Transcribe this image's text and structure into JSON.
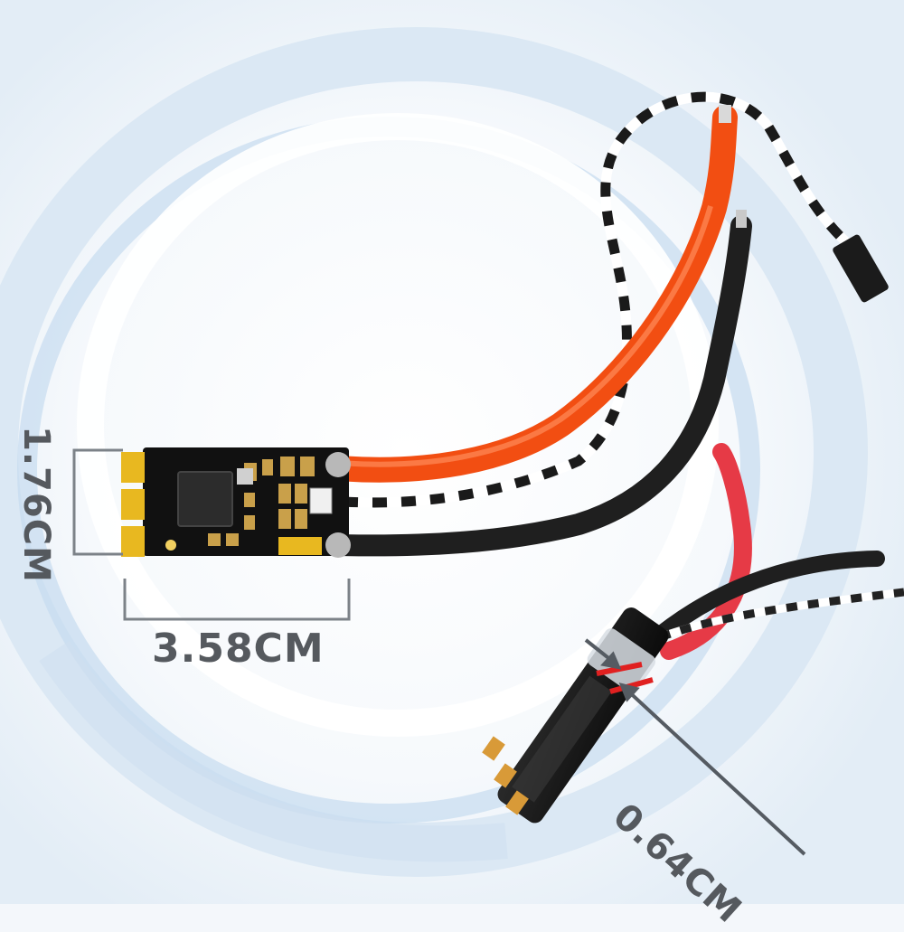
{
  "product": {
    "length_label": "3.58CM",
    "width_label": "1.76CM",
    "height_label": "0.64CM"
  },
  "colors": {
    "background": "#f4f7fb",
    "ring": "#b9d3ec",
    "pcb": "#111111",
    "pad": "#e8b820",
    "red_wire": "#f24e12",
    "black_wire": "#1f1f1f",
    "signal_wire": "#ffffff",
    "dimension_line": "#7c8288",
    "marker": "#e02020"
  }
}
